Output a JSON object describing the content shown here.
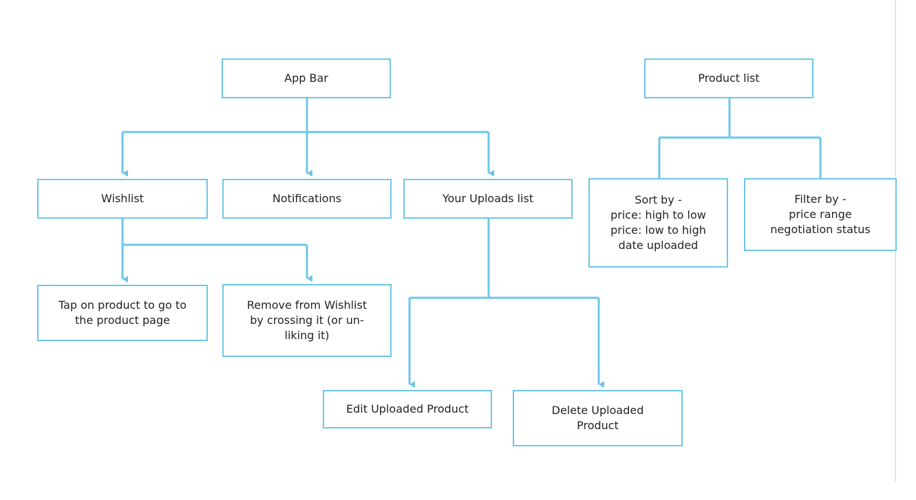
{
  "colors": {
    "connector": "#6cc6e8",
    "box_border": "#6cc6e8",
    "text": "#222222"
  },
  "nodes": {
    "app_bar": "App Bar",
    "wishlist": "Wishlist",
    "notifications": "Notifications",
    "uploads": "Your Uploads list",
    "tap_product": "Tap on product to go to\nthe product page",
    "remove_wishlist": "Remove from Wishlist\nby crossing it (or un-\nliking it)",
    "edit_uploaded": "Edit Uploaded Product",
    "delete_uploaded": "Delete Uploaded\nProduct",
    "product_list": "Product list",
    "sort_by": "Sort by -\nprice: high to low\nprice: low to high\ndate uploaded",
    "filter_by": "Filter by -\nprice range\nnegotiation status"
  }
}
